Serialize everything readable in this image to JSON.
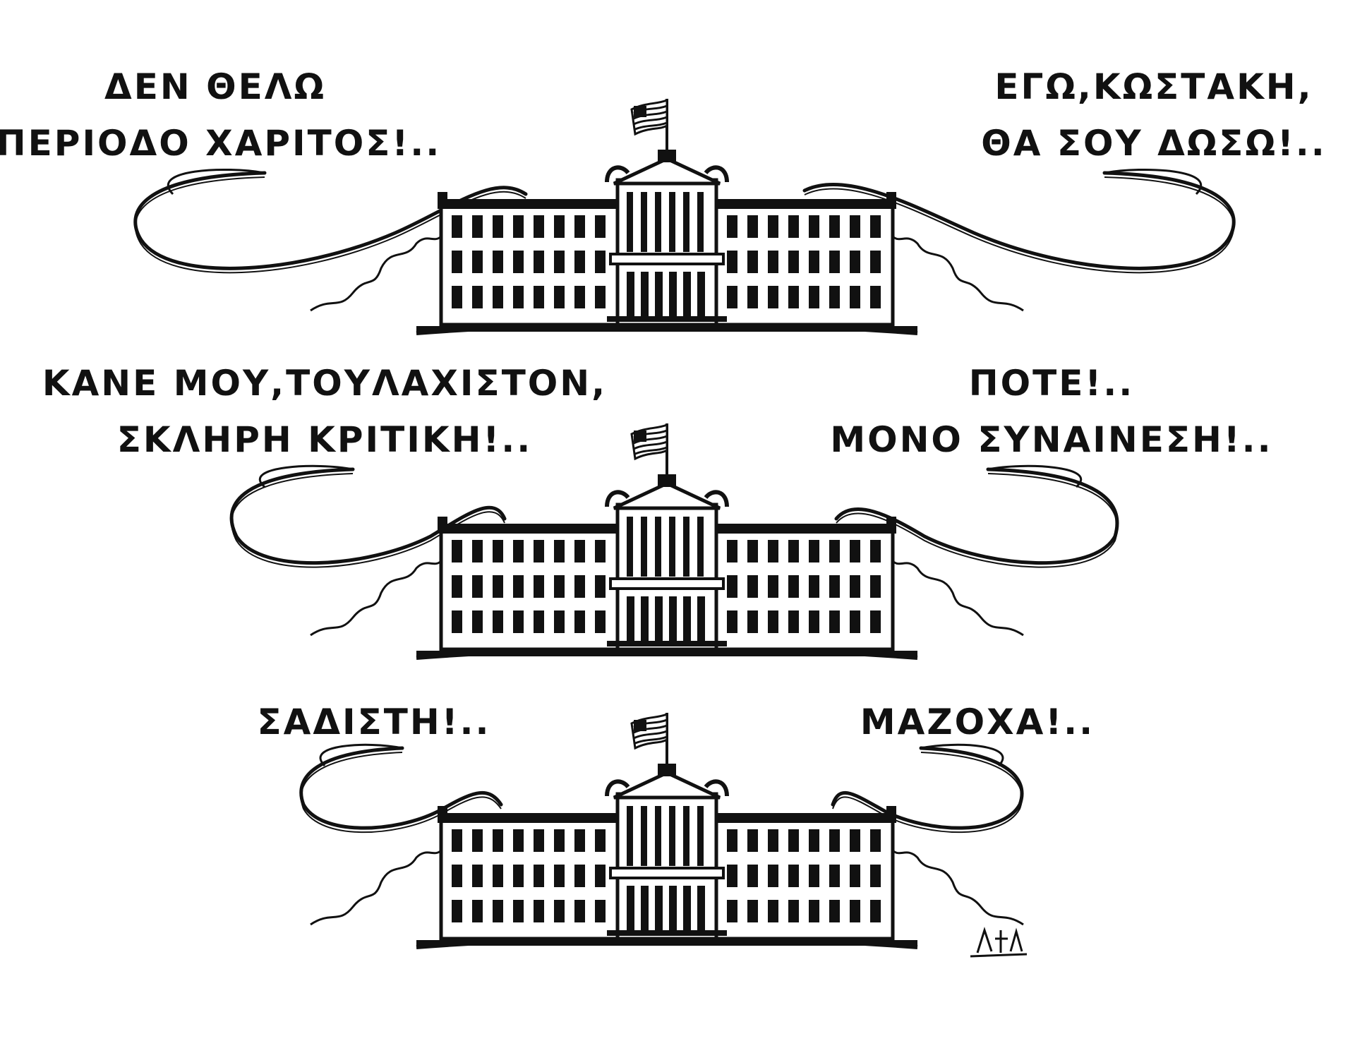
{
  "colors": {
    "ink": "#111111",
    "paper": "#ffffff"
  },
  "panels": [
    {
      "left": {
        "line1": "ΔΕΝ ΘΕΛΩ",
        "line2": "ΠΕΡΙΟΔΟ ΧΑΡΙΤΟΣ!.."
      },
      "right": {
        "line1": "ΕΓΩ,ΚΩΣΤΑΚΗ,",
        "line2": "ΘΑ ΣΟΥ ΔΩΣΩ!.."
      }
    },
    {
      "left": {
        "line1": "ΚΑΝΕ ΜΟΥ,ΤΟΥΛΑΧΙΣΤΟΝ,",
        "line2": "ΣΚΛΗΡΗ ΚΡΙΤΙΚΗ!.."
      },
      "right": {
        "line1": "ΠΟΤΕ!..",
        "line2": "ΜΟΝΟ ΣΥΝΑΙΝΕΣΗ!.."
      }
    },
    {
      "left": {
        "line1": "ΣΑΔΙΣΤΗ!.."
      },
      "right": {
        "line1": "ΜΑΖΟΧΑ!.."
      }
    }
  ],
  "icons": {
    "building": "parliament-building-icon",
    "flag": "greek-flag-icon",
    "signature": "artist-signature"
  }
}
